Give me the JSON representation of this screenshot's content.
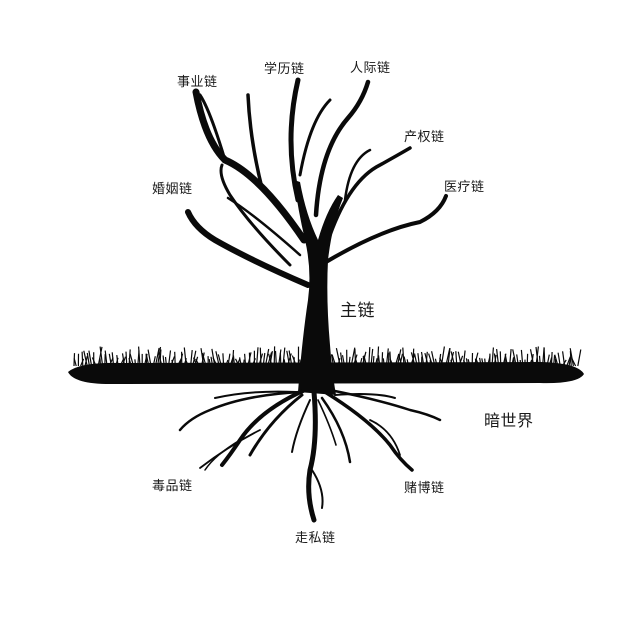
{
  "diagram": {
    "labels": {
      "career": "事业链",
      "education": "学历链",
      "social": "人际链",
      "property": "产权链",
      "marriage": "婚姻链",
      "medical": "医疗链",
      "main": "主链",
      "dark_world": "暗世界",
      "drugs": "毒品链",
      "gambling": "赌博链",
      "smuggling": "走私链"
    },
    "colors": {
      "tree": "#0a0a0a",
      "background": "#ffffff",
      "text": "#1a1a1a"
    }
  }
}
